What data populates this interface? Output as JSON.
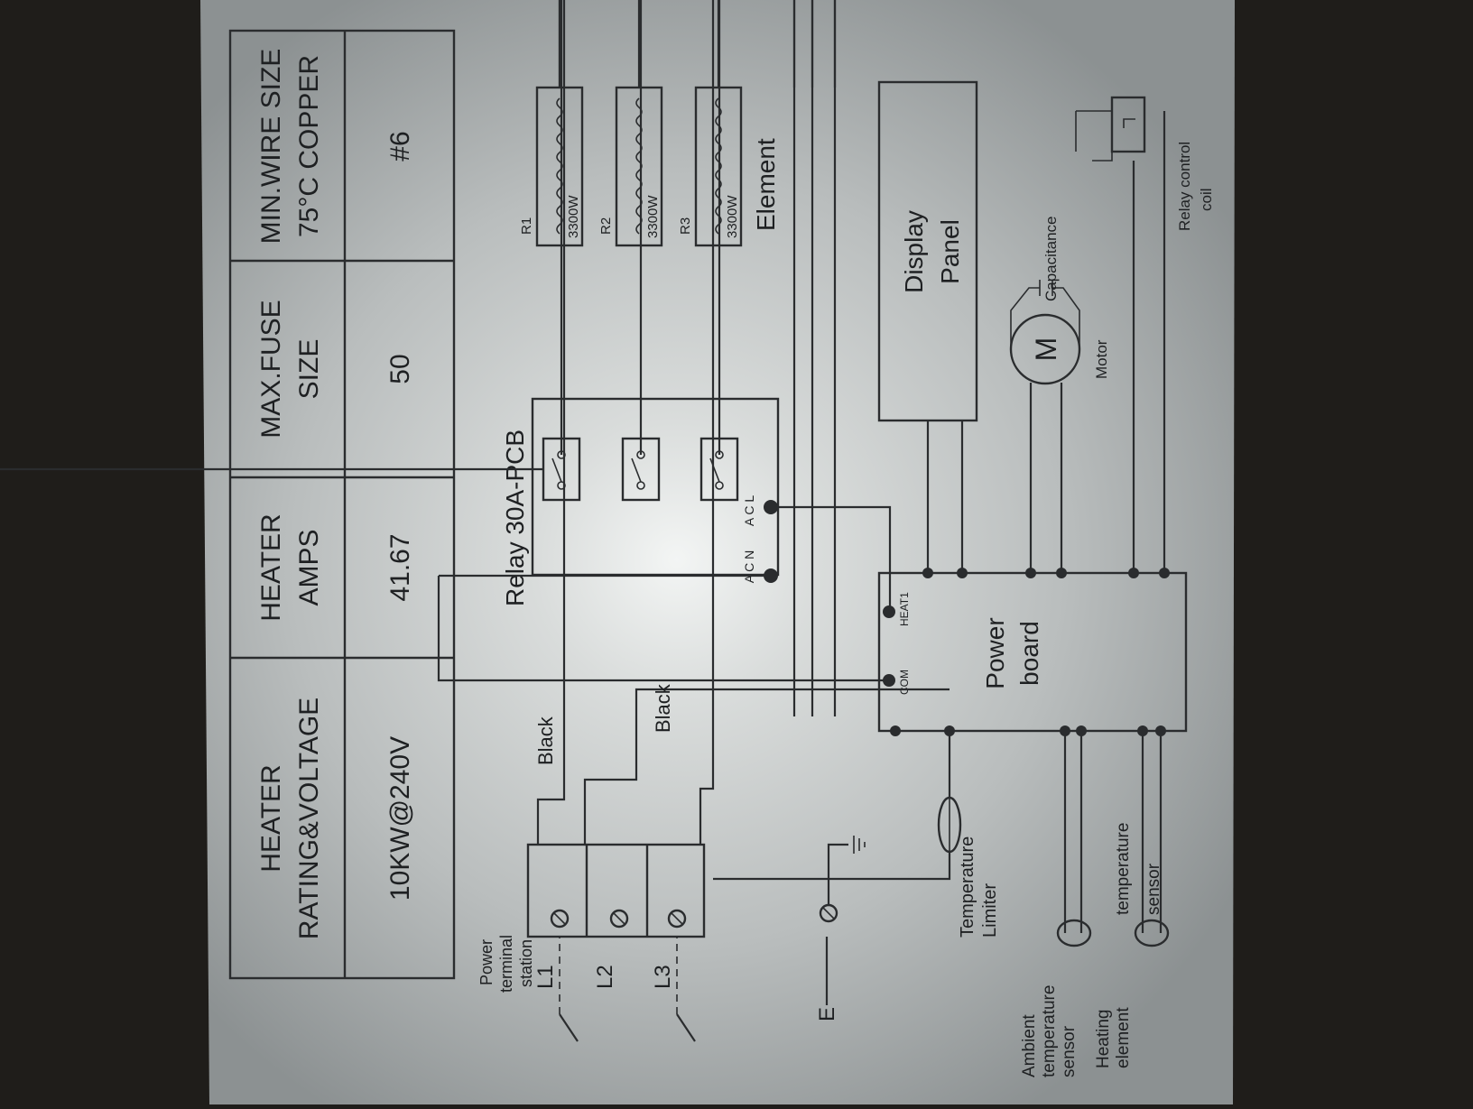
{
  "table": {
    "headers": [
      "HEATER RATING&VOLTAGE",
      "HEATER AMPS",
      "MAX.FUSE SIZE",
      "MIN.WIRE SIZE 75°C COPPER"
    ],
    "header_lines": [
      [
        "HEATER",
        "RATING&VOLTAGE"
      ],
      [
        "HEATER",
        "AMPS"
      ],
      [
        "MAX.FUSE",
        "SIZE"
      ],
      [
        "MIN.WIRE SIZE",
        "75°C COPPER"
      ]
    ],
    "row": [
      "10KW@240V",
      "41.67",
      "50",
      "#6"
    ]
  },
  "relay": {
    "title": "Relay 30A-PCB",
    "acn": "A C N",
    "acl": "A C L"
  },
  "elements": {
    "labels": [
      "R1",
      "R2",
      "R3"
    ],
    "ratings": [
      "3300W",
      "3300W",
      "3300W"
    ],
    "caption": "Element"
  },
  "display_panel": [
    "Display",
    "Panel"
  ],
  "motor": {
    "symbol": "M",
    "label": "Motor",
    "capacitance": "Capacitance"
  },
  "relay_coil": [
    "Relay  control",
    "coil"
  ],
  "power_board": {
    "title": [
      "Power",
      "board"
    ],
    "com": "COM",
    "heat1": "HEAT1"
  },
  "wires": {
    "black_1": "Black",
    "black_2": "Black"
  },
  "terminal": {
    "title": [
      "Power",
      "terminal",
      "station"
    ],
    "lines": [
      "L1",
      "L2",
      "L3"
    ],
    "earth": "E"
  },
  "limiter": [
    "Temperature",
    "Limiter"
  ],
  "sensors": {
    "ambient": [
      "Ambient",
      "temperature",
      "sensor"
    ],
    "heating_element": [
      "Heating",
      "element"
    ],
    "temperature_sensor": [
      "temperature",
      "sensor"
    ]
  },
  "colors": {
    "paper": "#c9cccb",
    "ink": "#2a2c2e",
    "background": "#1f1d1a"
  }
}
